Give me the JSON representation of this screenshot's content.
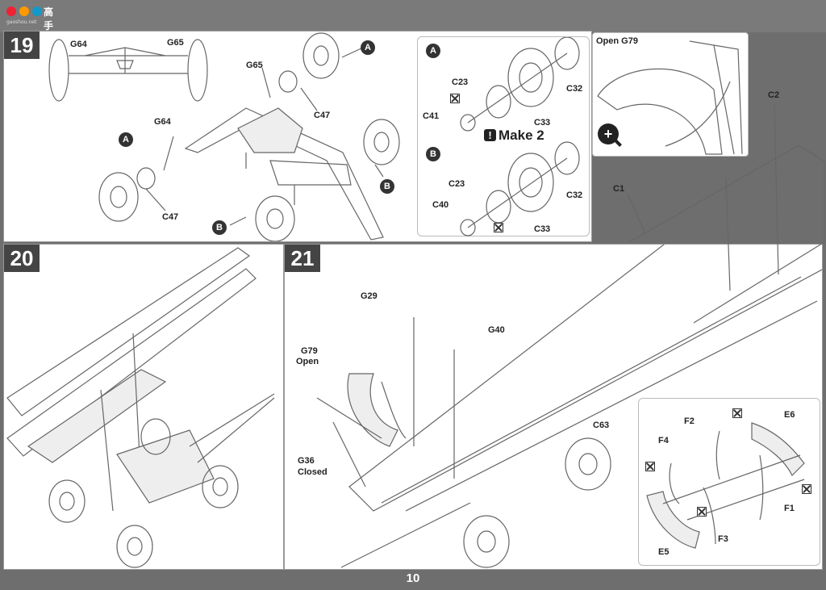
{
  "header": {
    "logo_text": "高手网",
    "site": "gaoshou.net"
  },
  "step19": {
    "number": "19",
    "labels": {
      "g64_top": "G64",
      "g65_top": "G65",
      "g65": "G65",
      "g64": "G64",
      "c47_upper": "C47",
      "c47_lower": "C47"
    },
    "markers": {
      "a_top": "A",
      "a_left": "A",
      "b_right": "B",
      "b_bottom": "B"
    },
    "inset": {
      "marker_a": "A",
      "marker_b": "B",
      "make_label": "Make 2",
      "make_icon": "!",
      "a_parts": {
        "c23": "C23",
        "c41": "C41",
        "c33": "C33",
        "c32": "C32"
      },
      "b_parts": {
        "c23": "C23",
        "c40": "C40",
        "c33": "C33",
        "c32": "C32"
      }
    }
  },
  "detail": {
    "title": "Open G79",
    "zoom_icon": "magnifier-plus-icon"
  },
  "step20": {
    "number": "20"
  },
  "step21": {
    "number": "21",
    "labels": {
      "c2": "C2",
      "c1": "C1",
      "g29": "G29",
      "g40": "G40",
      "g79_line1": "G79",
      "g79_line2": "Open",
      "g36": "G36",
      "closed": "Closed",
      "c63": "C63"
    },
    "inset_labels": {
      "f2": "F2",
      "e6": "E6",
      "f4": "F4",
      "f1": "F1",
      "f3": "F3",
      "e5": "E5"
    }
  },
  "footer": {
    "page_number": "10"
  }
}
